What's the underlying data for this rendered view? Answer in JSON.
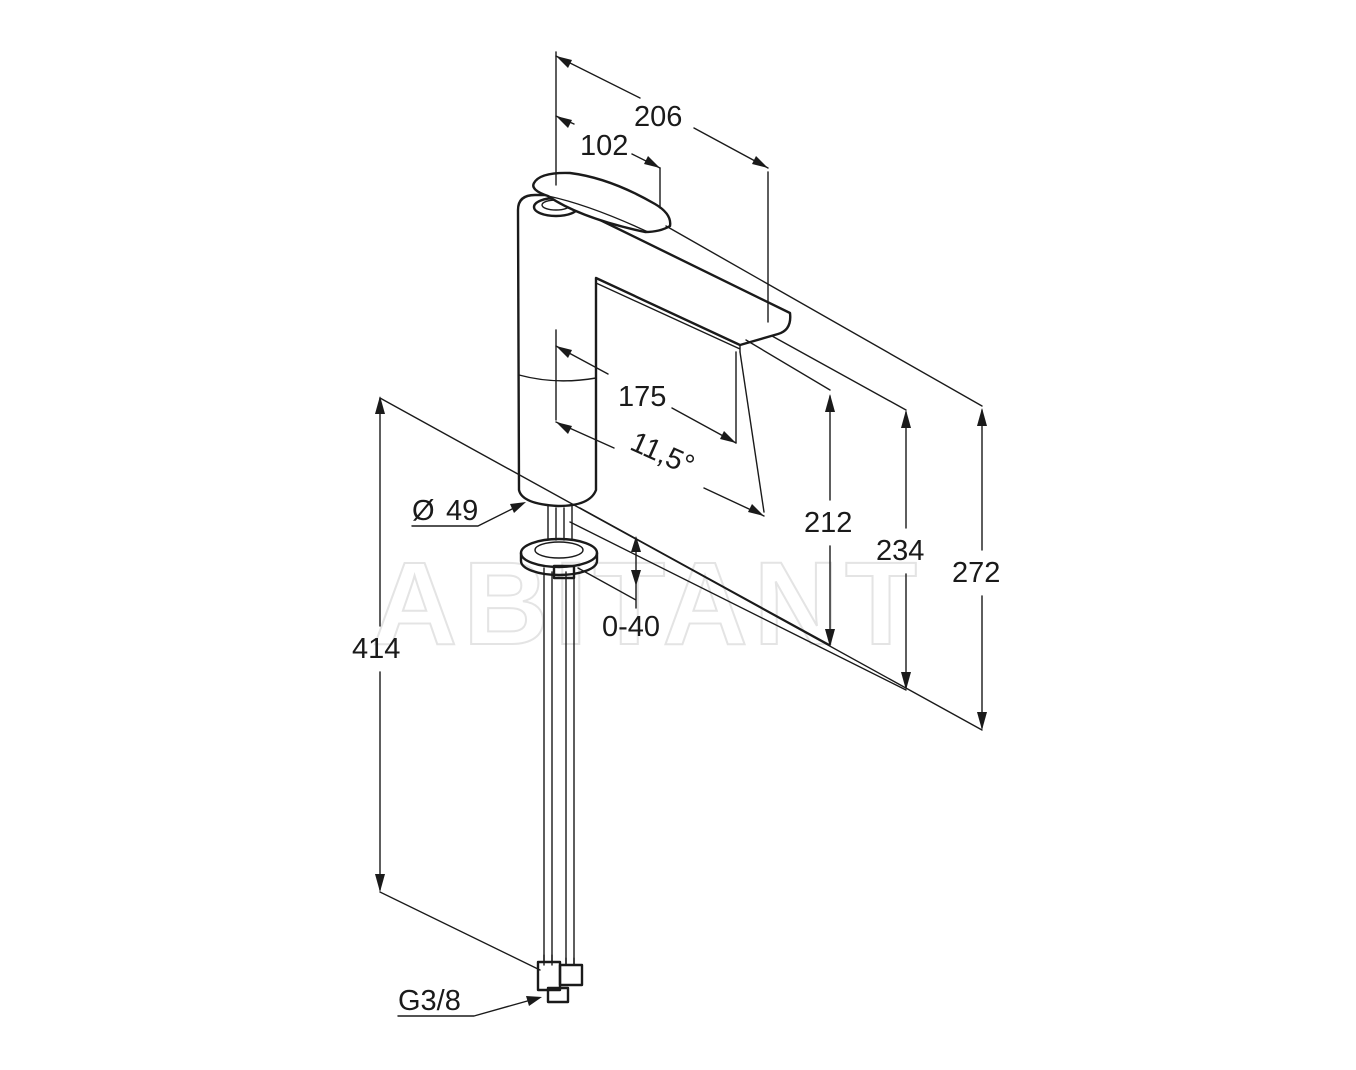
{
  "watermark": "ABITANT",
  "dimensions": {
    "d206": "206",
    "d102": "102",
    "d175": "175",
    "angle": "11,5°",
    "d212": "212",
    "d234": "234",
    "d272": "272",
    "diameter_symbol": "Ø",
    "diameter": "49",
    "adjust": "0-40",
    "d414": "414",
    "thread": "G3/8"
  }
}
